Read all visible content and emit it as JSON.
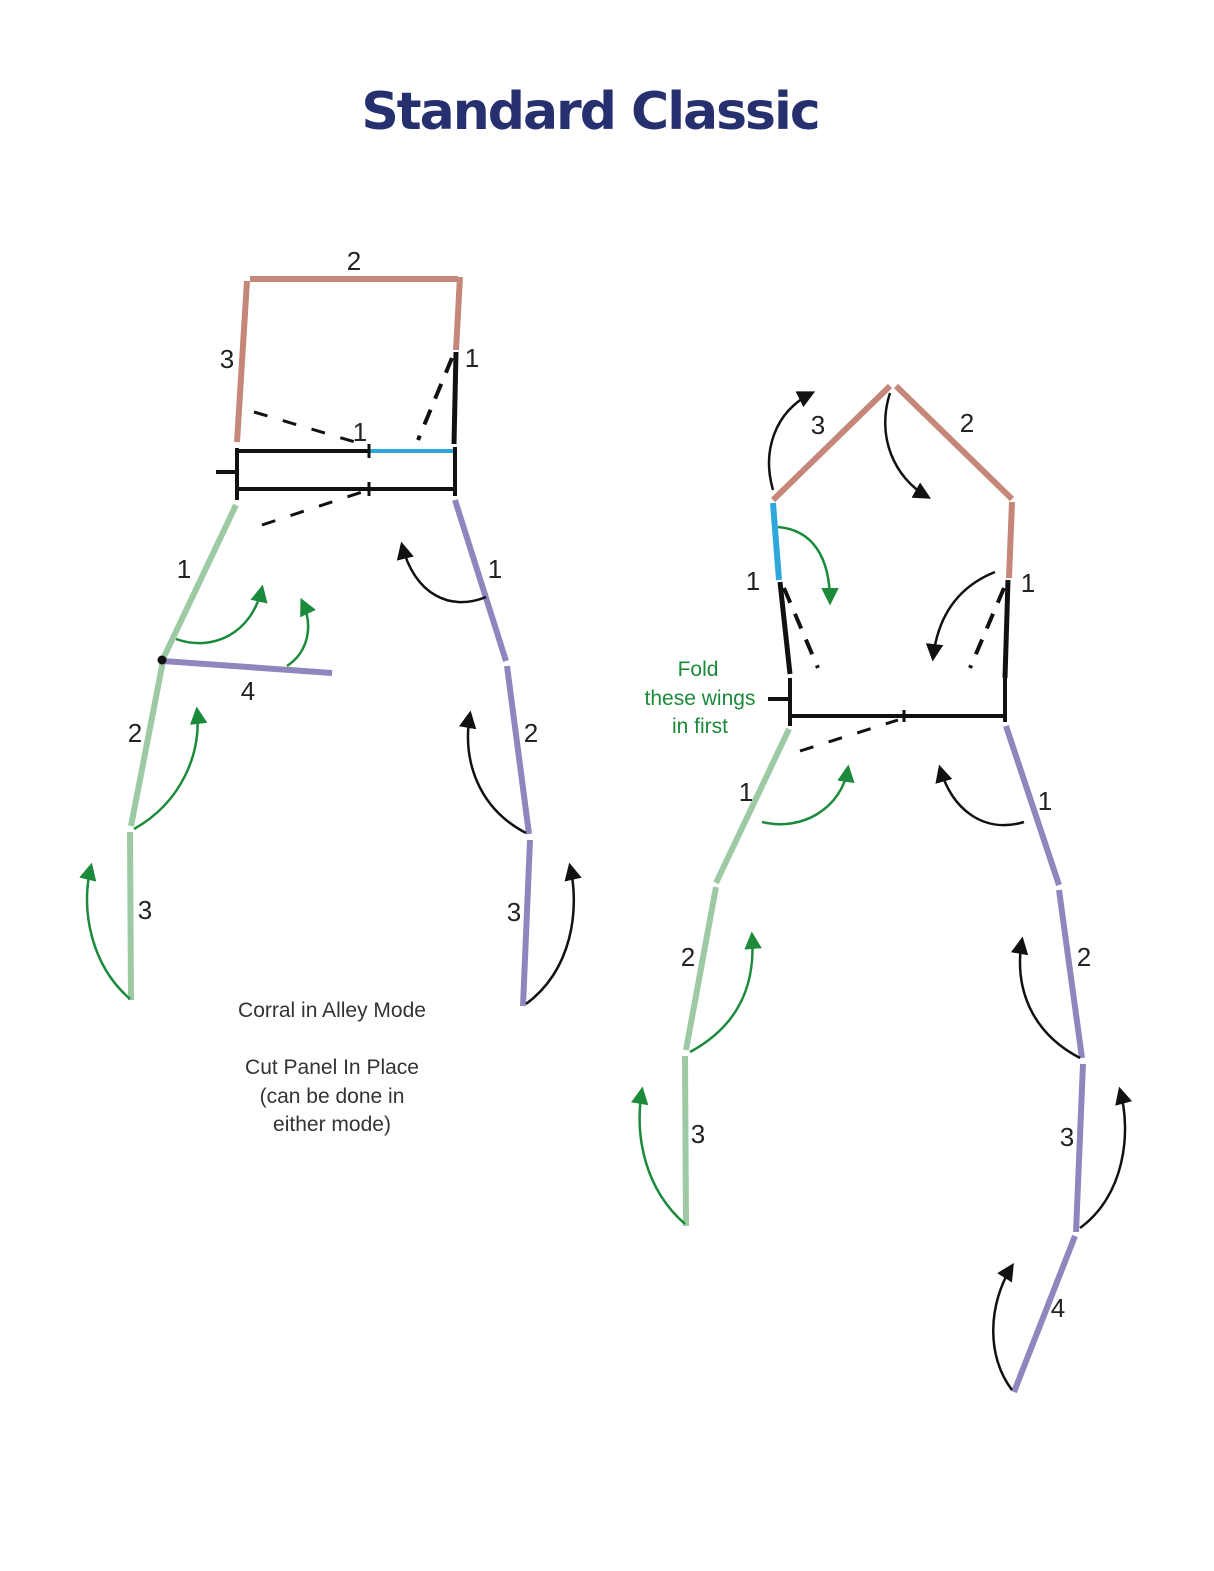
{
  "title": "Standard Classic",
  "colors": {
    "title": "#27306f",
    "brown": "#c4877a",
    "blue": "#2ea8dc",
    "green": "#9dcaa4",
    "purple": "#8f86bd",
    "black": "#111111",
    "arrow_green": "#1b8a3a",
    "arrow_black": "#111111"
  },
  "left_diagram": {
    "labels": {
      "top": "2",
      "upper_left": "3",
      "upper_right": "1",
      "center": "1",
      "left_1": "1",
      "left_2": "2",
      "left_3": "3",
      "panel_4": "4",
      "right_1": "1",
      "right_2": "2",
      "right_3": "3"
    },
    "notes": {
      "mode": "Corral in Alley Mode",
      "cut_1": "Cut Panel In Place",
      "cut_2": "(can be done in",
      "cut_3": "either mode)"
    }
  },
  "right_diagram": {
    "labels": {
      "roof_left": "3",
      "roof_right": "2",
      "wing_left": "1",
      "wing_right": "1",
      "left_1": "1",
      "left_2": "2",
      "left_3": "3",
      "right_1": "1",
      "right_2": "2",
      "right_3": "3",
      "right_4": "4"
    },
    "notes": {
      "fold_1": "Fold",
      "fold_2": "these wings",
      "fold_3": "in first"
    }
  }
}
